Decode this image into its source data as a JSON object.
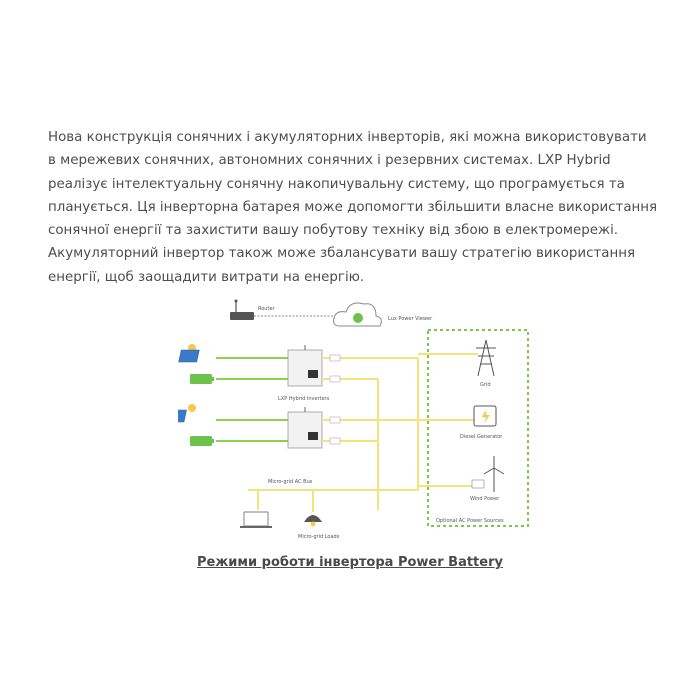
{
  "article": {
    "paragraph": "Нова конструкція сонячних і акумуляторних інверторів, які можна використовувати в мережевих сонячних, автономних сонячних і резервних системах. LXP Hybrid реалізує інтелектуальну сонячну накопичувальну систему, що програмується та планується. Ця інверторна батарея може допомогти збільшити власне використання сонячної енергії та захистити вашу побутову техніку від збою в електромережі. Акумуляторний інвертор також може збалансувати вашу стратегію використання енергії, щоб заощадити витрати на енергію."
  },
  "diagram": {
    "router_label": "Router",
    "cloud_label": "Lux Power Viewer",
    "inverters_label": "LXP Hybrid Inverters",
    "bus_label": "Micro-grid AC Bus",
    "loads_label": "Micro-grid Loads",
    "grid_label": "Grid",
    "generator_label": "Diesel Generator",
    "wind_label": "Wind Power",
    "sources_label": "Optional AC Power Sources",
    "colors": {
      "dc_line": "#8fd14f",
      "ac_line": "#f6e27a",
      "sources_border": "#7ac943",
      "battery": "#6cc24a",
      "panel": "#3a78c9"
    }
  },
  "caption": {
    "text": "Режими роботи інвертора Power Battery"
  }
}
